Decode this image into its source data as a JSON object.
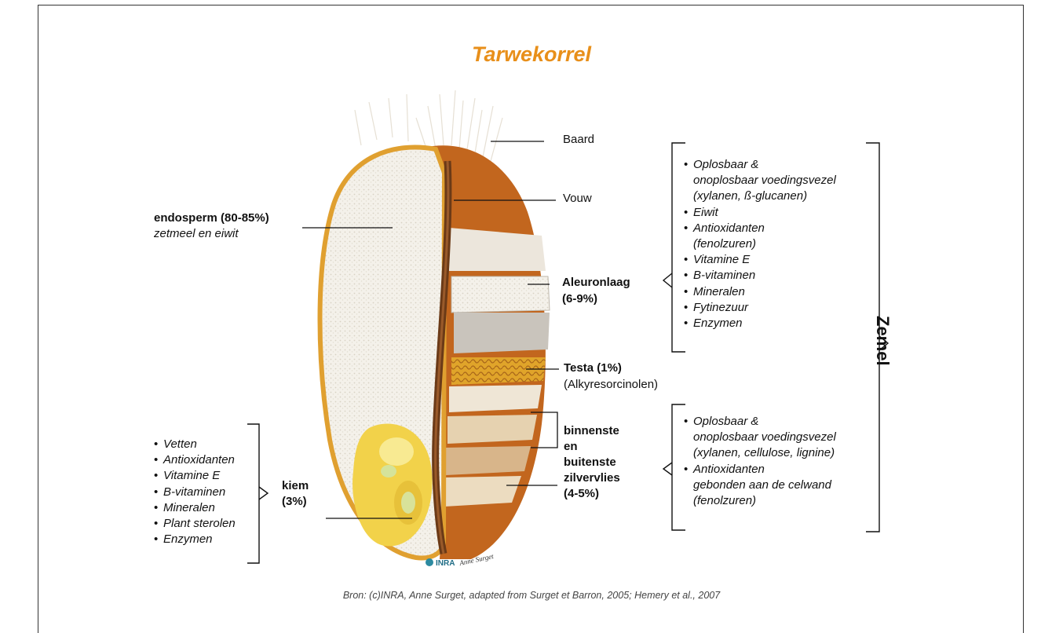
{
  "title": "Tarwekorrel",
  "labels": {
    "baard": "Baard",
    "vouw": "Vouw",
    "endosperm_title": "endosperm (80-85%)",
    "endosperm_sub": "zetmeel en eiwit",
    "aleuron_1": "Aleuronlaag",
    "aleuron_2": "(6-9%)",
    "testa_1": "Testa (1%)",
    "testa_2": "(Alkyresorcinolen)",
    "zilver_1": "binnenste",
    "zilver_2": "en",
    "zilver_3": "buitenste",
    "zilver_4": "zilvervlies",
    "zilver_5": "(4-5%)",
    "kiem_1": "kiem",
    "kiem_2": "(3%)",
    "zemel": "Zemel",
    "logo": "INRA",
    "signature": "Anne Surget"
  },
  "aleuron_list": [
    "Oplosbaar &",
    "onoplosbaar voedingsvezel",
    "(xylanen, ß-glucanen)",
    "Eiwit",
    "Antioxidanten",
    "(fenolzuren)",
    "Vitamine E",
    "B-vitaminen",
    "Mineralen",
    "Fytinezuur",
    "Enzymen"
  ],
  "zilver_list": [
    "Oplosbaar &",
    "onoplosbaar voedingsvezel",
    "(xylanen, cellulose, lignine)",
    "Antioxidanten",
    "gebonden aan de celwand",
    "(fenolzuren)"
  ],
  "kiem_list": [
    "Vetten",
    "Antioxidanten",
    "Vitamine E",
    "B-vitaminen",
    "Mineralen",
    "Plant sterolen",
    "Enzymen"
  ],
  "bullet": "•",
  "source": "Bron: (c)INRA, Anne Surget, adapted from Surget et Barron, 2005; Hemery et al., 2007",
  "colors": {
    "title": "#e88f1a",
    "husk": "#c2661e",
    "endosperm": "#f3efe6",
    "germ": "#f2d24a",
    "testa": "#d99a1e"
  }
}
